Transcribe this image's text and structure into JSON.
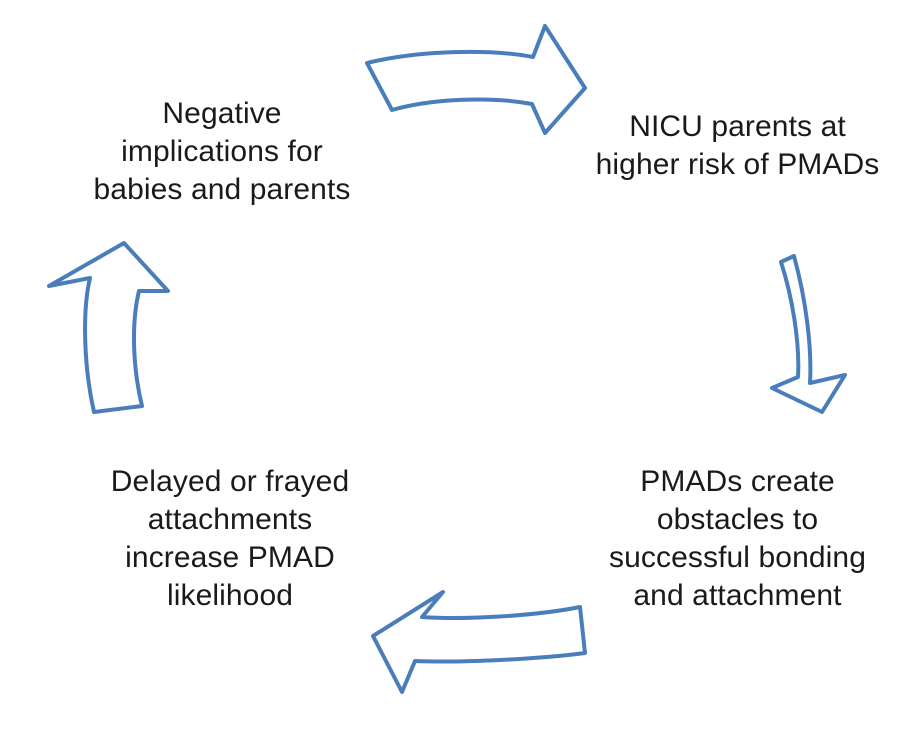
{
  "diagram": {
    "type": "cycle",
    "direction": "clockwise",
    "background_color": "#ffffff",
    "text_color": "#1a1a1a",
    "arrow_stroke_color": "#4a7ebb",
    "arrow_fill_color": "#ffffff",
    "arrow_stroke_width": 4,
    "nodes": [
      {
        "id": "nicu-parents-risk",
        "position": "top-right",
        "text": "NICU parents at\nhigher risk of PMADs"
      },
      {
        "id": "pmads-obstacles",
        "position": "bottom-right",
        "text": "PMADs create\nobstacles to\nsuccessful bonding\nand attachment"
      },
      {
        "id": "delayed-attachments",
        "position": "bottom-left",
        "text": "Delayed or frayed\nattachments\nincrease PMAD\nlikelihood"
      },
      {
        "id": "negative-implications",
        "position": "top-left",
        "text": "Negative\nimplications for\nbabies and parents"
      }
    ],
    "arrows": [
      {
        "id": "arrow-top",
        "direction": "right",
        "from": "negative-implications",
        "to": "nicu-parents-risk"
      },
      {
        "id": "arrow-right",
        "direction": "down",
        "from": "nicu-parents-risk",
        "to": "pmads-obstacles"
      },
      {
        "id": "arrow-bottom",
        "direction": "left",
        "from": "pmads-obstacles",
        "to": "delayed-attachments"
      },
      {
        "id": "arrow-left",
        "direction": "up",
        "from": "delayed-attachments",
        "to": "negative-implications"
      }
    ]
  }
}
